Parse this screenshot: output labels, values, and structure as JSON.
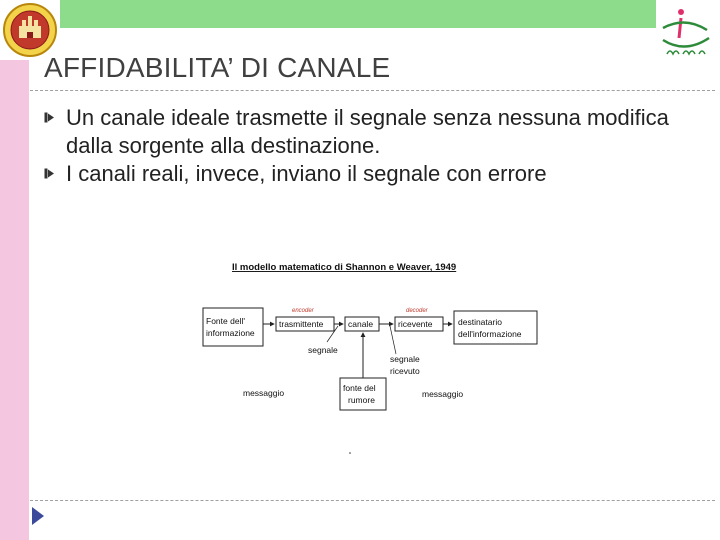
{
  "slide": {
    "title": "AFFIDABILITA’ DI CANALE",
    "bullets": [
      "Un canale ideale trasmette il segnale senza nessuna modifica dalla sorgente alla destinazione.",
      "I canali reali, invece, inviano il segnale con errore"
    ]
  },
  "diagram": {
    "title": "Il modello matematico di Shannon e Weaver, 1949",
    "boxes": {
      "source": [
        "Fonte dell'",
        "informazione"
      ],
      "transmitter": "trasmittente",
      "channel": "canale",
      "receiver": "ricevente",
      "destination": [
        "destinatario",
        "dell'informazione"
      ],
      "noise": [
        "fonte del",
        "rumore"
      ]
    },
    "labels": {
      "encoder": "encoder",
      "decoder": "decoder",
      "signal": "segnale",
      "received_signal": [
        "segnale",
        "ricevuto"
      ],
      "message_left": "messaggio",
      "message_right": "messaggio"
    }
  },
  "colors": {
    "sidebar": "#f4c6df",
    "topbar": "#8cdc8c",
    "nav_arrow": "#3b4a9a"
  }
}
